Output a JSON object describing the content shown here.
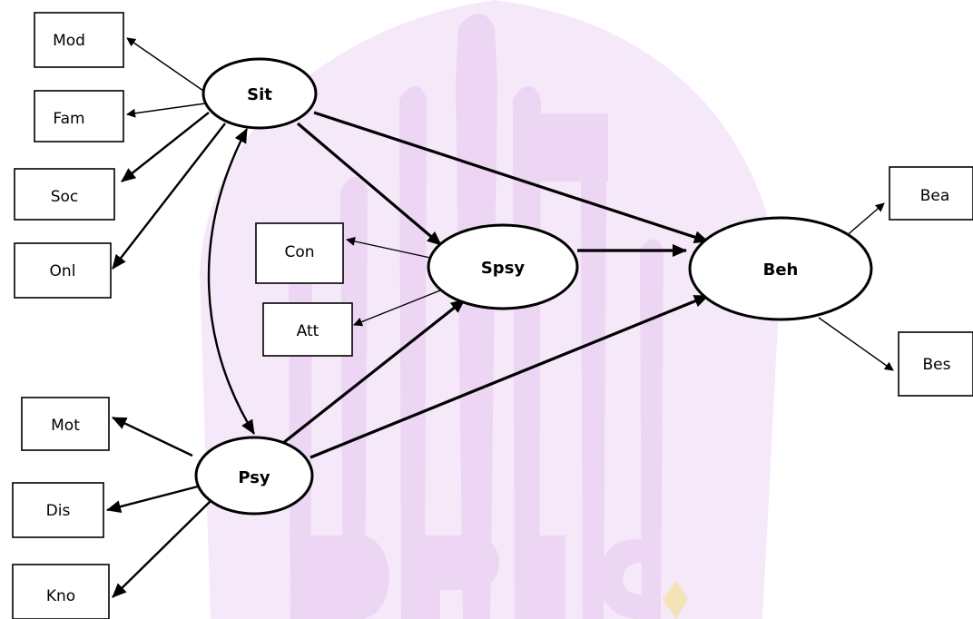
{
  "watermark": {
    "description_icon": "university-seal-watermark-icon",
    "color": "#edd5f4"
  },
  "latent": {
    "sit": "Sit",
    "spsy": "Spsy",
    "psy": "Psy",
    "beh": "Beh"
  },
  "indicators": {
    "mod": "Mod",
    "fam": "Fam",
    "soc": "Soc",
    "onl": "Onl",
    "con": "Con",
    "att": "Att",
    "mot": "Mot",
    "dis": "Dis",
    "kno": "Kno",
    "bea": "Bea",
    "bes": "Bes"
  }
}
